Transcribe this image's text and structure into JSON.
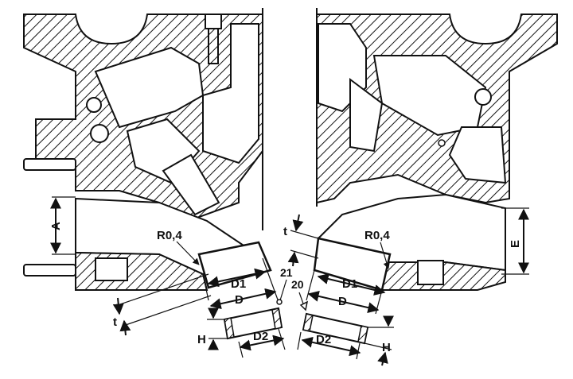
{
  "diagram": {
    "labels": {
      "A": "A",
      "E": "E",
      "R04_left": "R0,4",
      "R04_right": "R0,4",
      "D1_left": "D1",
      "D1_right": "D1",
      "D_left": "D",
      "D_right": "D",
      "D2_left": "D2",
      "D2_right": "D2",
      "H_left": "H",
      "H_right": "H",
      "t_left": "t",
      "t_right": "t",
      "ref21": "21",
      "ref20": "20"
    },
    "colors": {
      "ink": "#111111",
      "paper": "#ffffff"
    }
  }
}
